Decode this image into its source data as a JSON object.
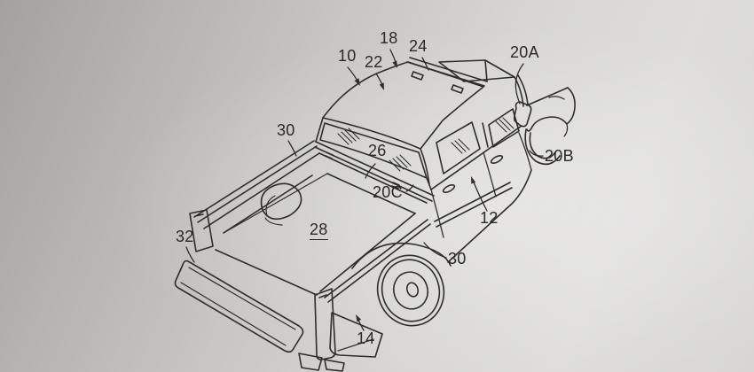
{
  "figure": {
    "kind": "patent-line-drawing",
    "subject": "crew-cab pickup truck, rear three-quarter perspective view with open tailgate",
    "colors": {
      "paper_light": "#dedddb",
      "paper_dark": "#a3a2a0",
      "ink": "#2e2d2b"
    },
    "labels": [
      {
        "id": "10",
        "text": "10",
        "leader": "arrow to roof panel edge"
      },
      {
        "id": "18",
        "text": "18",
        "leader": "arrow to roof side rail"
      },
      {
        "id": "22",
        "text": "22",
        "leader": "arrow to roof cover panel"
      },
      {
        "id": "24",
        "text": "24",
        "leader": "line to roof rail slots"
      },
      {
        "id": "20A",
        "text": "20A",
        "leader": "line to front pillar / mirror"
      },
      {
        "id": "20B",
        "text": "20B",
        "leader": "line to front wheel fender"
      },
      {
        "id": "26",
        "text": "26",
        "leader": "line to rear window"
      },
      {
        "id": "20C",
        "text": "20C",
        "leader": "line to bed front rail clips"
      },
      {
        "id": "12",
        "text": "12",
        "leader": "arrow to rear door"
      },
      {
        "id": "30a",
        "text": "30",
        "leader": "line to left bed rail"
      },
      {
        "id": "30b",
        "text": "30",
        "leader": "line to right bed rail"
      },
      {
        "id": "28",
        "text": "28",
        "leader": "underlined, bed floor"
      },
      {
        "id": "32",
        "text": "32",
        "leader": "line to open tailgate"
      },
      {
        "id": "14",
        "text": "14",
        "leader": "arrow to rear fender"
      }
    ]
  }
}
